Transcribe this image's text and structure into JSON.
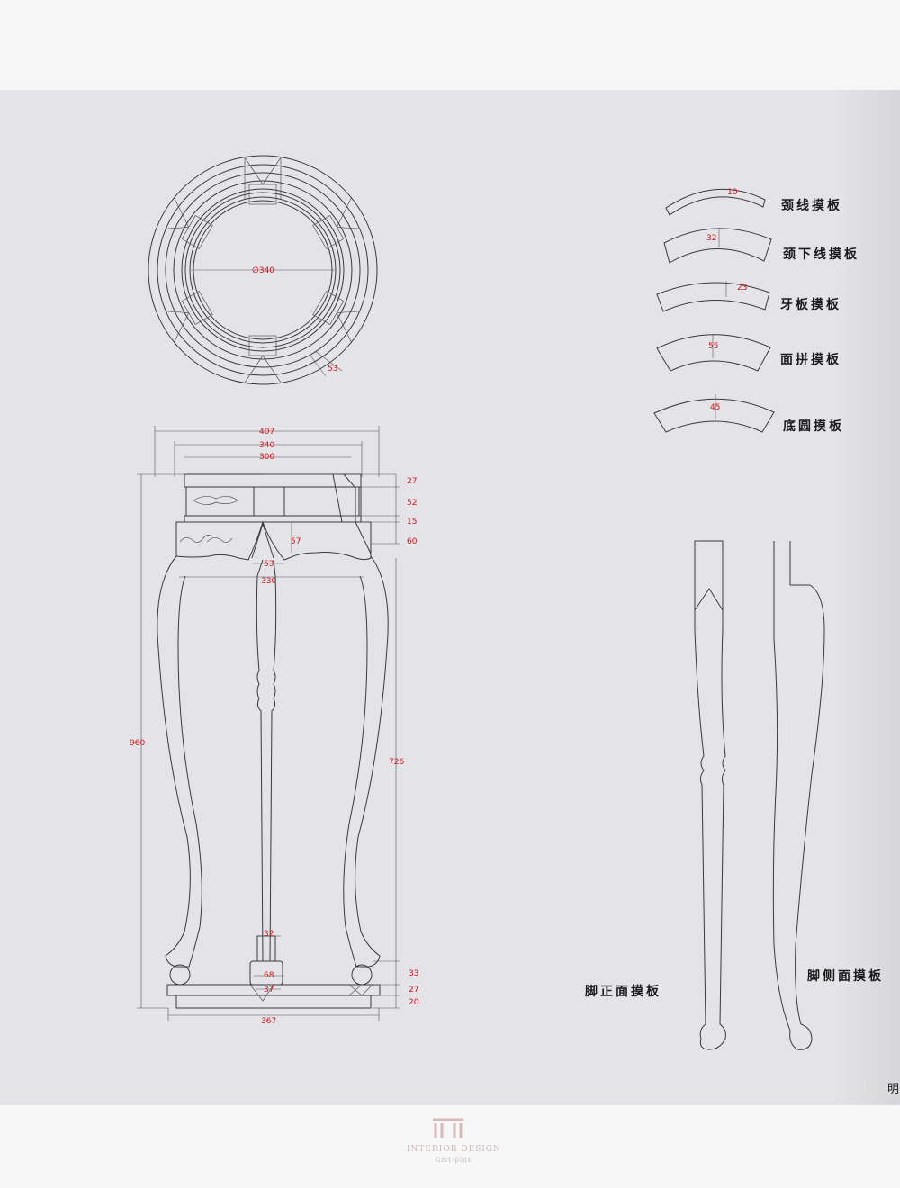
{
  "plan_view": {
    "diameter_label": "∅340",
    "width_label": "53"
  },
  "templates": [
    {
      "name": "颈线摸板",
      "value": "10"
    },
    {
      "name": "颈下线摸板",
      "value": "32"
    },
    {
      "name": "牙板摸板",
      "value": "23"
    },
    {
      "name": "面拼摸板",
      "value": "55"
    },
    {
      "name": "底圆摸板",
      "value": "45"
    }
  ],
  "front_view": {
    "top_dims": [
      "407",
      "340",
      "300"
    ],
    "right_dims": [
      "27",
      "52",
      "15",
      "60"
    ],
    "apron_dims": [
      "57",
      "53",
      "330"
    ],
    "height_total": "960",
    "height_leg": "726",
    "bottom_dims": [
      "32",
      "68",
      "37",
      "367"
    ],
    "bottom_right_dims": [
      "33",
      "27",
      "20"
    ]
  },
  "leg_templates": {
    "front_label": "脚正面摸板",
    "side_label": "脚侧面摸板"
  },
  "corner_mark": "明",
  "watermark": {
    "line1": "INTERIOR DESIGN",
    "line2": "Gmt-plus"
  }
}
